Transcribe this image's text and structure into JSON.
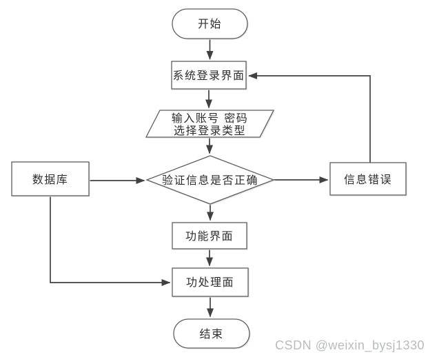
{
  "diagram": {
    "title": "login-flowchart",
    "nodes": {
      "start": {
        "label": "开始",
        "type": "terminator"
      },
      "login": {
        "label": "系统登录界面",
        "type": "process"
      },
      "input": {
        "line1": "输入账号 密码",
        "line2": "选择登录类型",
        "type": "input-output"
      },
      "verify": {
        "label": "验证信息是否正确",
        "type": "decision"
      },
      "database": {
        "label": "数据库",
        "type": "process"
      },
      "error": {
        "label": "信息错误",
        "type": "process"
      },
      "function": {
        "label": "功能界面",
        "type": "process"
      },
      "process": {
        "label": "功处理面",
        "type": "process"
      },
      "end": {
        "label": "结束",
        "type": "terminator"
      }
    },
    "edges": [
      {
        "from": "start",
        "to": "login"
      },
      {
        "from": "login",
        "to": "input"
      },
      {
        "from": "input",
        "to": "verify"
      },
      {
        "from": "database",
        "to": "verify"
      },
      {
        "from": "verify",
        "to": "error"
      },
      {
        "from": "error",
        "to": "login"
      },
      {
        "from": "verify",
        "to": "function"
      },
      {
        "from": "function",
        "to": "process"
      },
      {
        "from": "database",
        "to": "process"
      },
      {
        "from": "process",
        "to": "end"
      }
    ],
    "colors": {
      "background": "#ffffff",
      "shape_fill": "#ffffff",
      "shape_border": "#5d5e60",
      "line": "#3f4144",
      "text": "#2d2d2d",
      "watermark": "#b9bcbe"
    }
  },
  "watermark": {
    "text": "CSDN @weixin_bysj1330"
  }
}
